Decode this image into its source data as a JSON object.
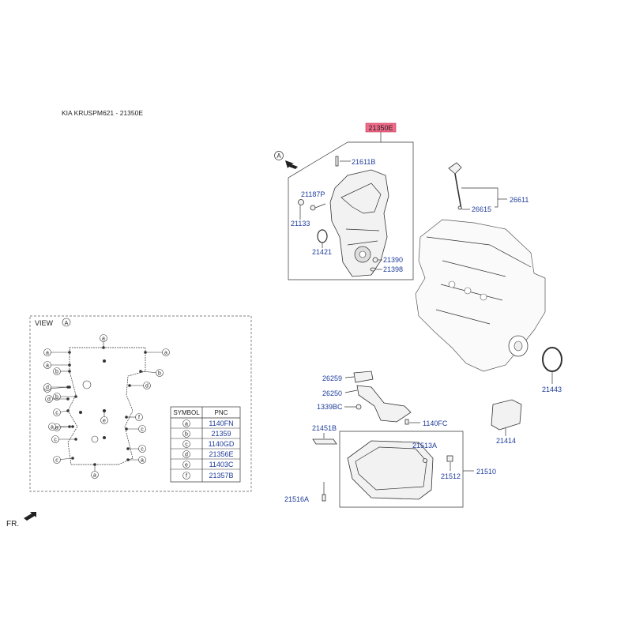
{
  "header": {
    "title": "KIA KRUSPM621 - 21350E"
  },
  "main_part": {
    "label": "21350E",
    "highlight_color": "#f06a8a"
  },
  "view_marker": {
    "letter": "A"
  },
  "direction": {
    "label": "FR."
  },
  "part_labels": [
    "21611B",
    "21187P",
    "21133",
    "21421",
    "21390",
    "21398",
    "26611",
    "26615",
    "21443",
    "21414",
    "26259",
    "26250",
    "1339BC",
    "1140FC",
    "21451B",
    "21513A",
    "21512",
    "21510",
    "21516A"
  ],
  "view_box": {
    "title": "VIEW",
    "letter": "A",
    "table": {
      "headers": [
        "SYMBOL",
        "PNC"
      ],
      "rows": [
        {
          "symbol": "a",
          "pnc": "1140FN"
        },
        {
          "symbol": "b",
          "pnc": "21359"
        },
        {
          "symbol": "c",
          "pnc": "1140GD"
        },
        {
          "symbol": "d",
          "pnc": "21356E"
        },
        {
          "symbol": "e",
          "pnc": "11403C"
        },
        {
          "symbol": "f",
          "pnc": "21357B"
        }
      ]
    },
    "callouts": [
      "a",
      "a",
      "a",
      "b",
      "b",
      "b",
      "c",
      "c",
      "c",
      "c",
      "c",
      "c",
      "d",
      "d",
      "d",
      "e",
      "f",
      "a",
      "a",
      "a",
      "a",
      "a"
    ]
  }
}
